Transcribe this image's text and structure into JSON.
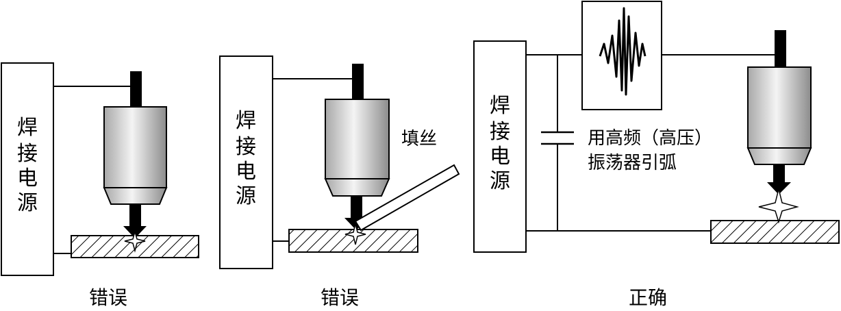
{
  "panels": [
    {
      "source_chars": [
        "焊",
        "接",
        "电",
        "源"
      ],
      "caption": "错误"
    },
    {
      "source_chars": [
        "焊",
        "接",
        "电",
        "源"
      ],
      "caption": "错误",
      "note": "填丝"
    },
    {
      "source_chars": [
        "焊",
        "接",
        "电",
        "源"
      ],
      "caption": "正确",
      "note_lines": [
        "用高频（高压）",
        "振荡器引弧"
      ]
    }
  ],
  "colors": {
    "line": "#000000",
    "body_light": "#f2f2f2",
    "body_dark": "#9a9a9a",
    "hatch": "#000000"
  }
}
